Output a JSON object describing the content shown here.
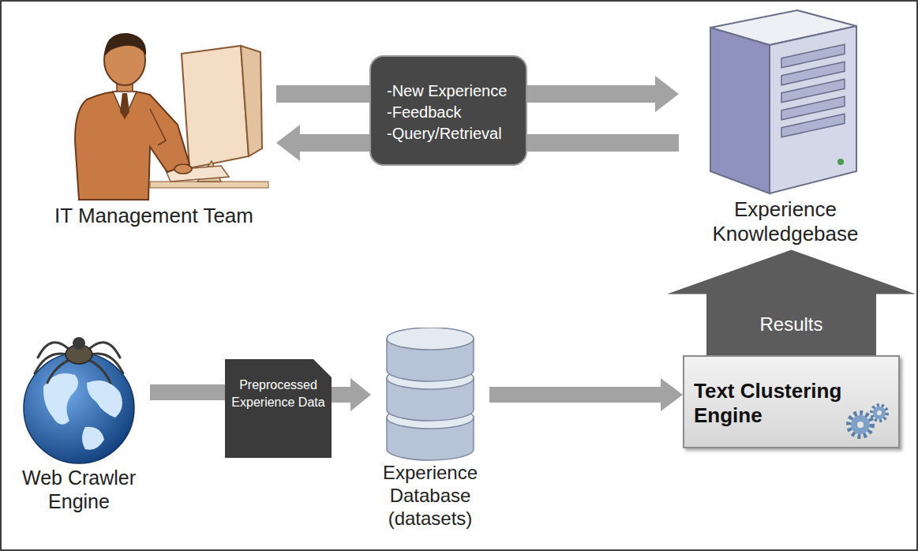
{
  "diagram": {
    "nodes": [
      {
        "text": [
          "IT Management Team"
        ]
      },
      {
        "text": [
          "-New Experience",
          "-Feedback",
          "-Query/Retrieval"
        ]
      },
      {
        "text": [
          "Experience Knowledgebase"
        ]
      },
      {
        "text": [
          "Web Crawler Engine"
        ]
      },
      {
        "text": [
          "Preprocessed Experience Data"
        ]
      },
      {
        "text": [
          "Experience Database (datasets)"
        ]
      },
      {
        "text": [
          "Text Clustering Engine"
        ]
      }
    ],
    "edges": [
      {
        "from": 0,
        "to": 1,
        "arrow": "none"
      },
      {
        "from": 1,
        "to": 2,
        "arrow": "to"
      },
      {
        "from": 2,
        "to": 1,
        "arrow": "none"
      },
      {
        "from": 1,
        "to": 0,
        "arrow": "to"
      },
      {
        "from": 3,
        "to": 4,
        "arrow": "none"
      },
      {
        "from": 4,
        "to": 5,
        "arrow": "to"
      },
      {
        "from": 5,
        "to": 6,
        "arrow": "to"
      },
      {
        "from": 6,
        "to": 2,
        "label": "Results",
        "arrow": "to"
      }
    ]
  }
}
